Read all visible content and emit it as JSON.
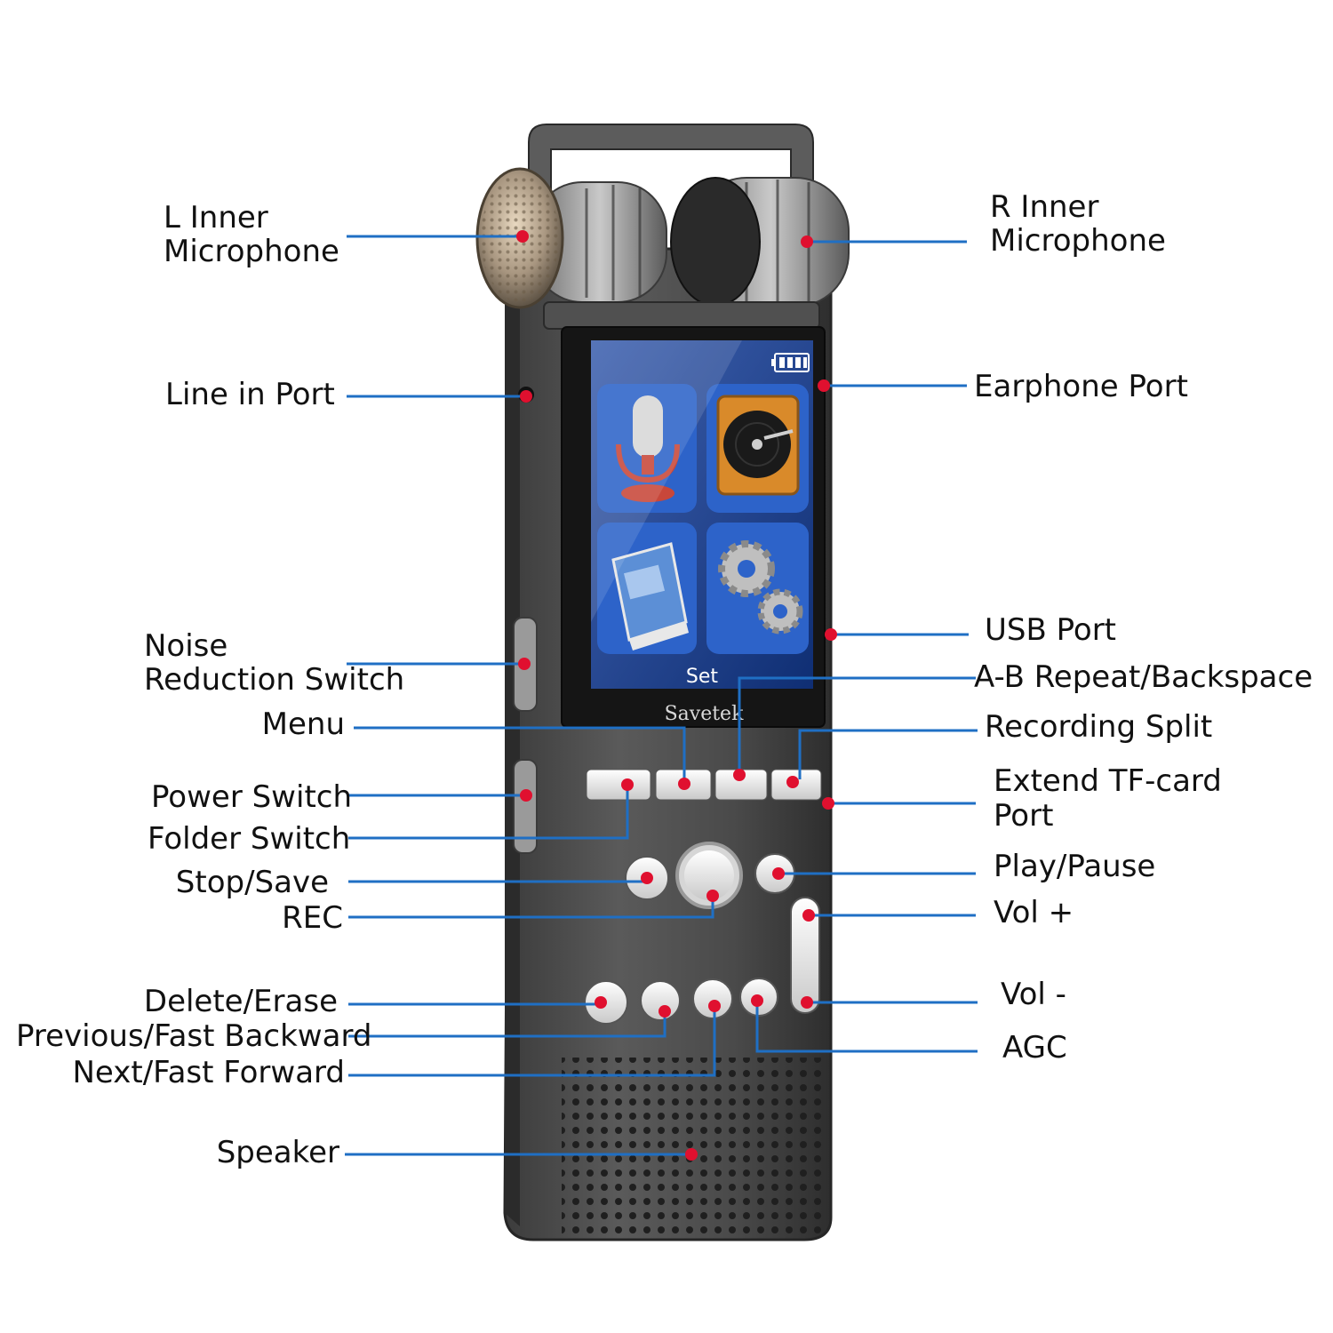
{
  "colors": {
    "leader_line": "#1f6fc4",
    "marker_dot": "#e0102f",
    "body": "#4d4d4d",
    "screen_bg": "#1b3f8c"
  },
  "device": {
    "brand": "Savetek",
    "screen_caption": "Set",
    "screen_icons": [
      "microphone-icon",
      "music-disc-icon",
      "book-icon",
      "gear-icon"
    ],
    "battery_icon": "battery-icon"
  },
  "callouts": {
    "l_inner_mic": [
      "L Inner",
      "Microphone"
    ],
    "r_inner_mic": [
      "R Inner",
      "Microphone"
    ],
    "line_in_port": "Line in Port",
    "earphone_port": "Earphone Port",
    "noise_reduction": [
      "Noise",
      "Reduction Switch"
    ],
    "usb_port": "USB Port",
    "ab_repeat": "A-B Repeat/Backspace",
    "menu": "Menu",
    "recording_split": "Recording Split",
    "power_switch": "Power Switch",
    "extend_tf": [
      "Extend TF-card",
      "Port"
    ],
    "folder_switch": "Folder Switch",
    "stop_save": "Stop/Save",
    "play_pause": "Play/Pause",
    "rec": "REC",
    "vol_plus": "Vol +",
    "delete_erase": "Delete/Erase",
    "vol_minus": "Vol -",
    "prev_fast_back": "Previous/Fast Backward",
    "agc": "AGC",
    "next_fast_fwd": "Next/Fast Forward",
    "speaker": "Speaker"
  }
}
